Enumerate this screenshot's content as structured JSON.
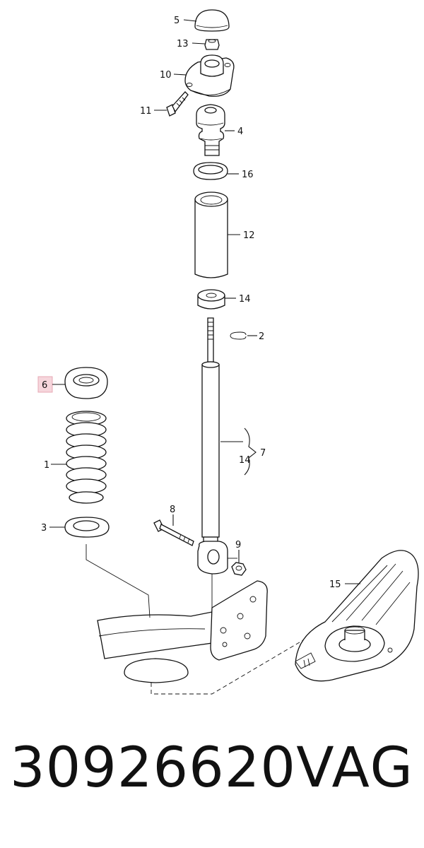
{
  "callouts": {
    "c5": "5",
    "c13": "13",
    "c10": "10",
    "c11": "11",
    "c4": "4",
    "c16": "16",
    "c12": "12",
    "c14a": "14",
    "c2": "2",
    "c6": "6",
    "c14b": "14",
    "c7": "7",
    "c1": "1",
    "c8": "8",
    "c3": "3",
    "c9": "9",
    "c15": "15"
  },
  "footer": {
    "part_number": "30926620",
    "brand": "VAG"
  },
  "highlight_color": "#f6d6dc"
}
